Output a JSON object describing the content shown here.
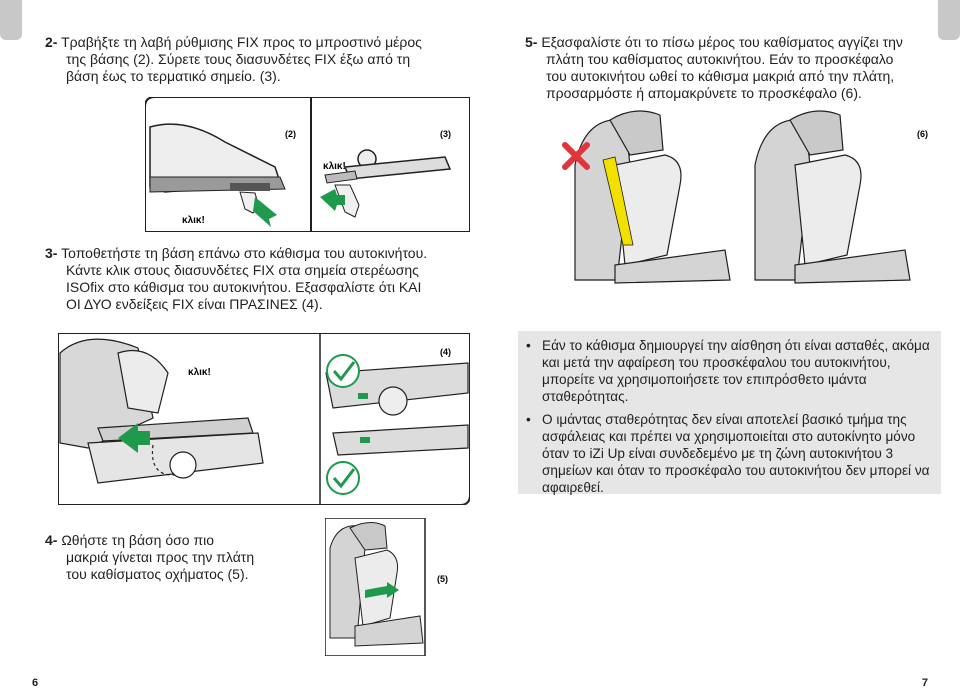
{
  "step2": {
    "num": "2-",
    "lines": [
      "Τραβήξτε τη λαβή ρύθμισης FIX προς το μπροστινό μέρος",
      "της βάσης (2). Σύρετε τους διασυνδέτες FIX έξω από τη",
      "βάση έως το τερματικό σημείο. (3)."
    ]
  },
  "step5": {
    "num": "5-",
    "lines": [
      "Εξασφαλίστε ότι το πίσω μέρος του καθίσματος αγγίζει την",
      "πλάτη του καθίσματος αυτοκινήτου. Εάν το προσκέφαλο",
      "του αυτοκινήτου ωθεί το κάθισμα μακριά από την πλάτη,",
      "προσαρμόστε ή απομακρύνετε το προσκέφαλο (6)."
    ]
  },
  "step3": {
    "num": "3-",
    "lines": [
      "Τοποθετήστε τη βάση επάνω στο κάθισμα του αυτοκινήτου.",
      "Κάντε κλικ στους διασυνδέτες FIX στα σημεία στερέωσης",
      "ISOfix στο κάθισμα του αυτοκινήτου. Εξασφαλίστε ότι ΚΑΙ",
      "ΟΙ ΔΥΟ ενδείξεις FIX είναι ΠΡΑΣΙΝΕΣ (4)."
    ]
  },
  "step4": {
    "num": "4-",
    "lines": [
      "Ωθήστε τη βάση όσο πιο",
      "μακριά γίνεται προς την πλάτη",
      "του καθίσματος οχήματος (5)."
    ]
  },
  "notes": [
    "Εάν το κάθισμα δημιουργεί την αίσθηση ότι είναι ασταθές, ακόμα και μετά την αφαίρεση του προσκέφαλου του αυτοκινήτου, μπορείτε να χρησιμοποιήσετε τον επιπρόσθετο ιμάντα σταθερότητας.",
    "Ο ιμάντας σταθερότητας δεν είναι αποτελεί βασικό τμήμα της ασφάλειας και πρέπει να χρησιμοποιείται στο αυτοκίνητο μόνο όταν το iZi Up είναι συνδεδεμένο με τη ζώνη αυτοκινήτου 3 σημείων και όταν το προσκέφαλο του αυτοκινήτου δεν μπορεί να αφαιρεθεί."
  ],
  "figure_labels": {
    "fig2": "(2)",
    "fig3": "(3)",
    "fig4": "(4)",
    "fig5": "(5)",
    "fig6": "(6)",
    "click": "κλικ!"
  },
  "page_numbers": {
    "left": "6",
    "right": "7"
  },
  "colors": {
    "accent_green": "#1f9a4c",
    "warning_red": "#e2343b",
    "highlight_yellow": "#f2e100",
    "box_grey": "#e6e6e6"
  }
}
